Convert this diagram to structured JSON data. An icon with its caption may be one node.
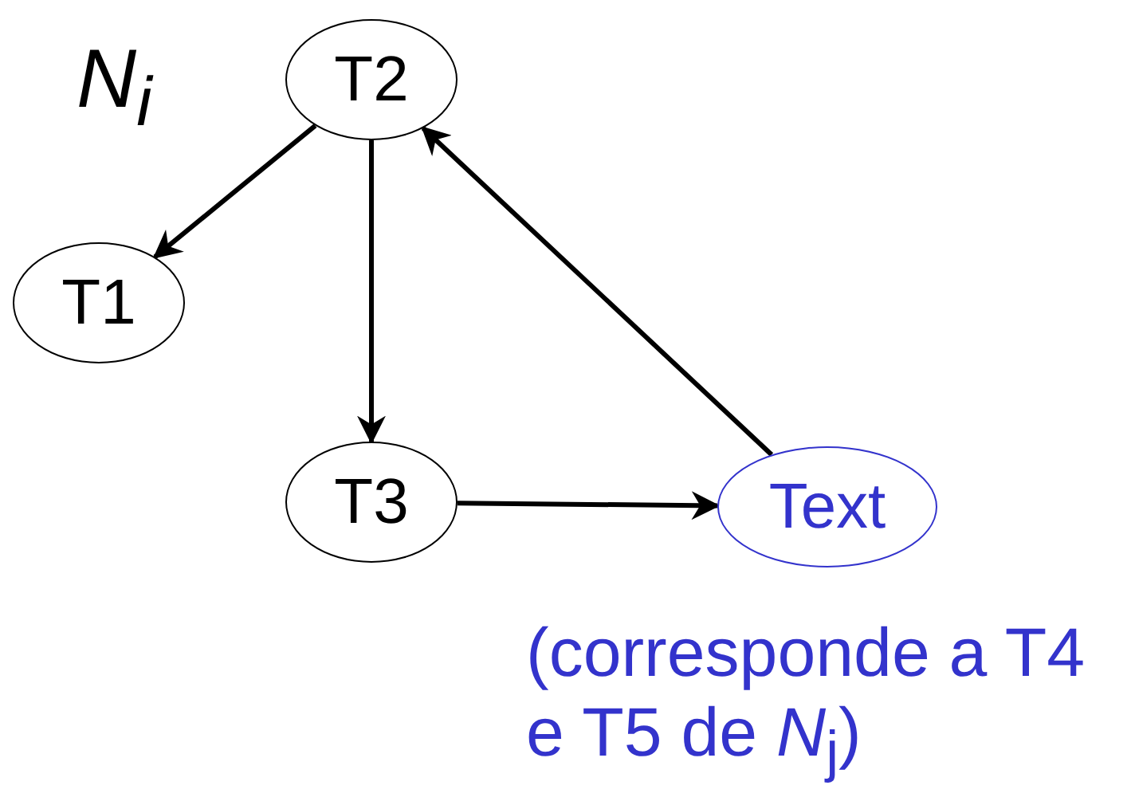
{
  "diagram": {
    "nodes": [
      {
        "text": [
          "T2"
        ]
      },
      {
        "text": [
          "T1"
        ]
      },
      {
        "text": [
          "T3"
        ]
      },
      {
        "text": [
          "Text"
        ],
        "beside": [
          "(corresponde a T4 e T5 de *N*$_{j}$)"
        ]
      }
    ],
    "edges": [
      {
        "from": 0,
        "to": 1,
        "arrow": "to"
      },
      {
        "from": 0,
        "to": 2,
        "arrow": "to"
      },
      {
        "from": 3,
        "to": 0,
        "arrow": "to"
      },
      {
        "from": 2,
        "to": 3,
        "arrow": "to"
      }
    ],
    "labels": [
      "N$_{i}$"
    ]
  }
}
